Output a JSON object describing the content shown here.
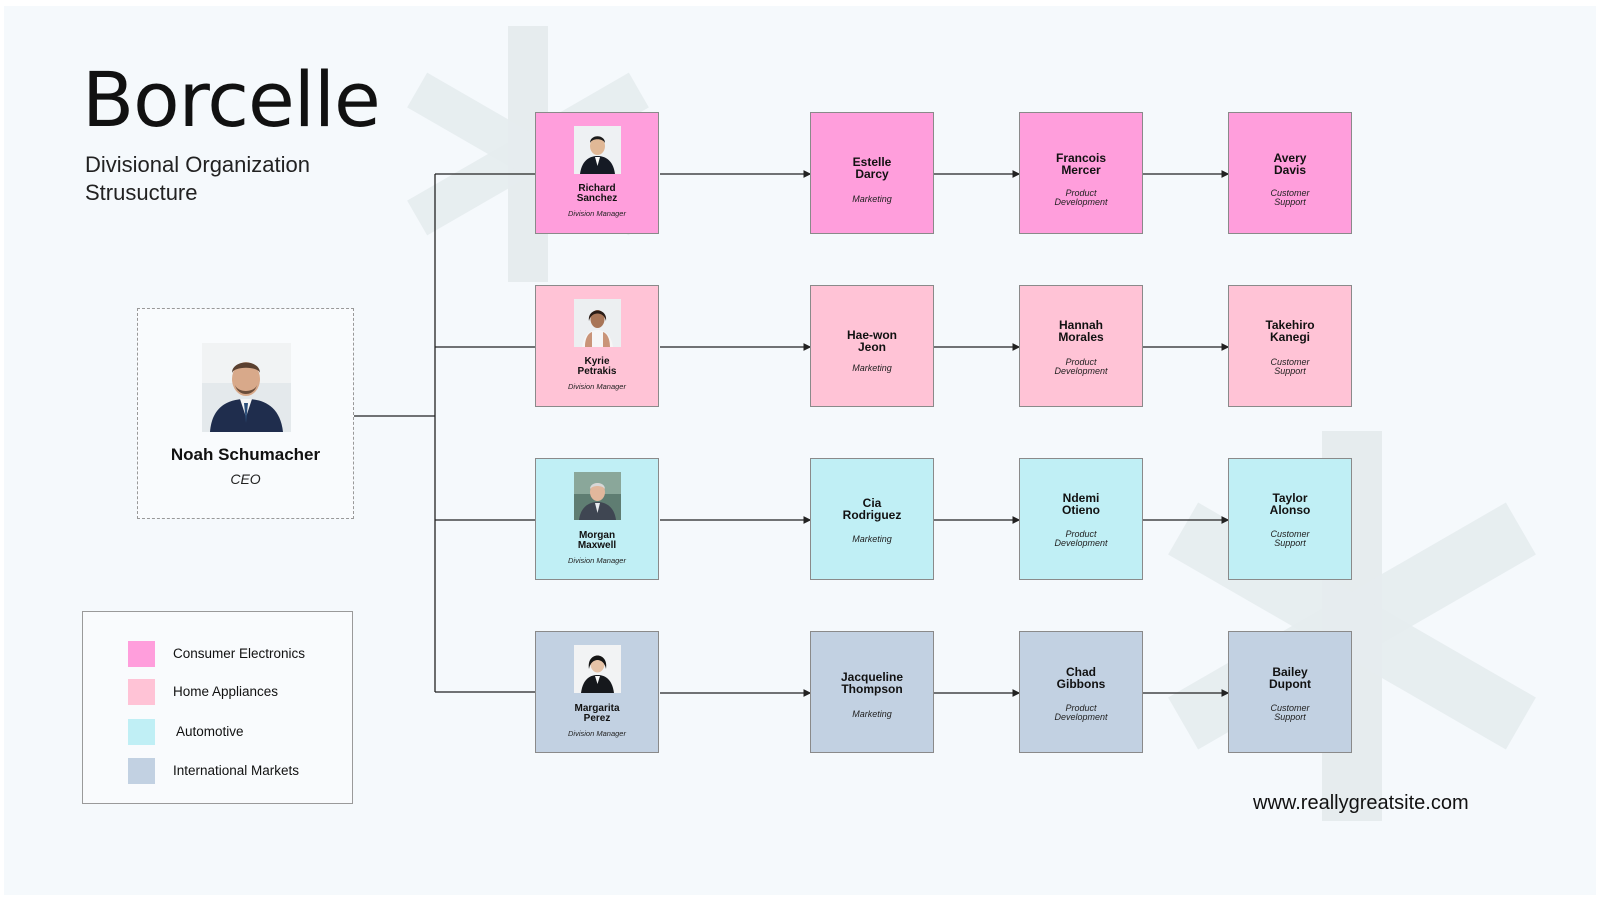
{
  "header": {
    "brand": "Borcelle",
    "subtitle_line1": "Divisional Organization",
    "subtitle_line2": "Strusucture"
  },
  "ceo": {
    "name": "Noah Schumacher",
    "role": "CEO"
  },
  "divisions": [
    {
      "legend": "Consumer Electronics",
      "color": "#ff9edc",
      "manager": {
        "name1": "Richard",
        "name2": "Sanchez",
        "role": "Division Manager"
      },
      "team": [
        {
          "name1": "Estelle",
          "name2": "Darcy",
          "role1": "Marketing",
          "role2": ""
        },
        {
          "name1": "Francois",
          "name2": "Mercer",
          "role1": "Product",
          "role2": "Development"
        },
        {
          "name1": "Avery",
          "name2": "Davis",
          "role1": "Customer",
          "role2": "Support"
        }
      ]
    },
    {
      "legend": "Home Appliances",
      "color": "#ffc3d6",
      "manager": {
        "name1": "Kyrie",
        "name2": "Petrakis",
        "role": "Division Manager"
      },
      "team": [
        {
          "name1": "Hae-won",
          "name2": "Jeon",
          "role1": "Marketing",
          "role2": ""
        },
        {
          "name1": "Hannah",
          "name2": "Morales",
          "role1": "Product",
          "role2": "Development"
        },
        {
          "name1": "Takehiro",
          "name2": "Kanegi",
          "role1": "Customer",
          "role2": "Support"
        }
      ]
    },
    {
      "legend": " Automotive",
      "color": "#c0eff5",
      "manager": {
        "name1": "Morgan",
        "name2": "Maxwell",
        "role": "Division Manager"
      },
      "team": [
        {
          "name1": "Cia",
          "name2": "Rodriguez",
          "role1": "Marketing",
          "role2": ""
        },
        {
          "name1": "Ndemi",
          "name2": "Otieno",
          "role1": "Product",
          "role2": "Development"
        },
        {
          "name1": "Taylor",
          "name2": "Alonso",
          "role1": "Customer",
          "role2": "Support"
        }
      ]
    },
    {
      "legend": "International Markets",
      "color": "#c2d1e2",
      "manager": {
        "name1": "Margarita",
        "name2": "Perez",
        "role": "Division Manager"
      },
      "team": [
        {
          "name1": "Jacqueline",
          "name2": "Thompson",
          "role1": "Marketing",
          "role2": ""
        },
        {
          "name1": "Chad",
          "name2": "Gibbons",
          "role1": "Product",
          "role2": "Development"
        },
        {
          "name1": "Bailey",
          "name2": "Dupont",
          "role1": "Customer",
          "role2": "Support"
        }
      ]
    }
  ],
  "footer": {
    "website": "www.reallygreatsite.com"
  }
}
